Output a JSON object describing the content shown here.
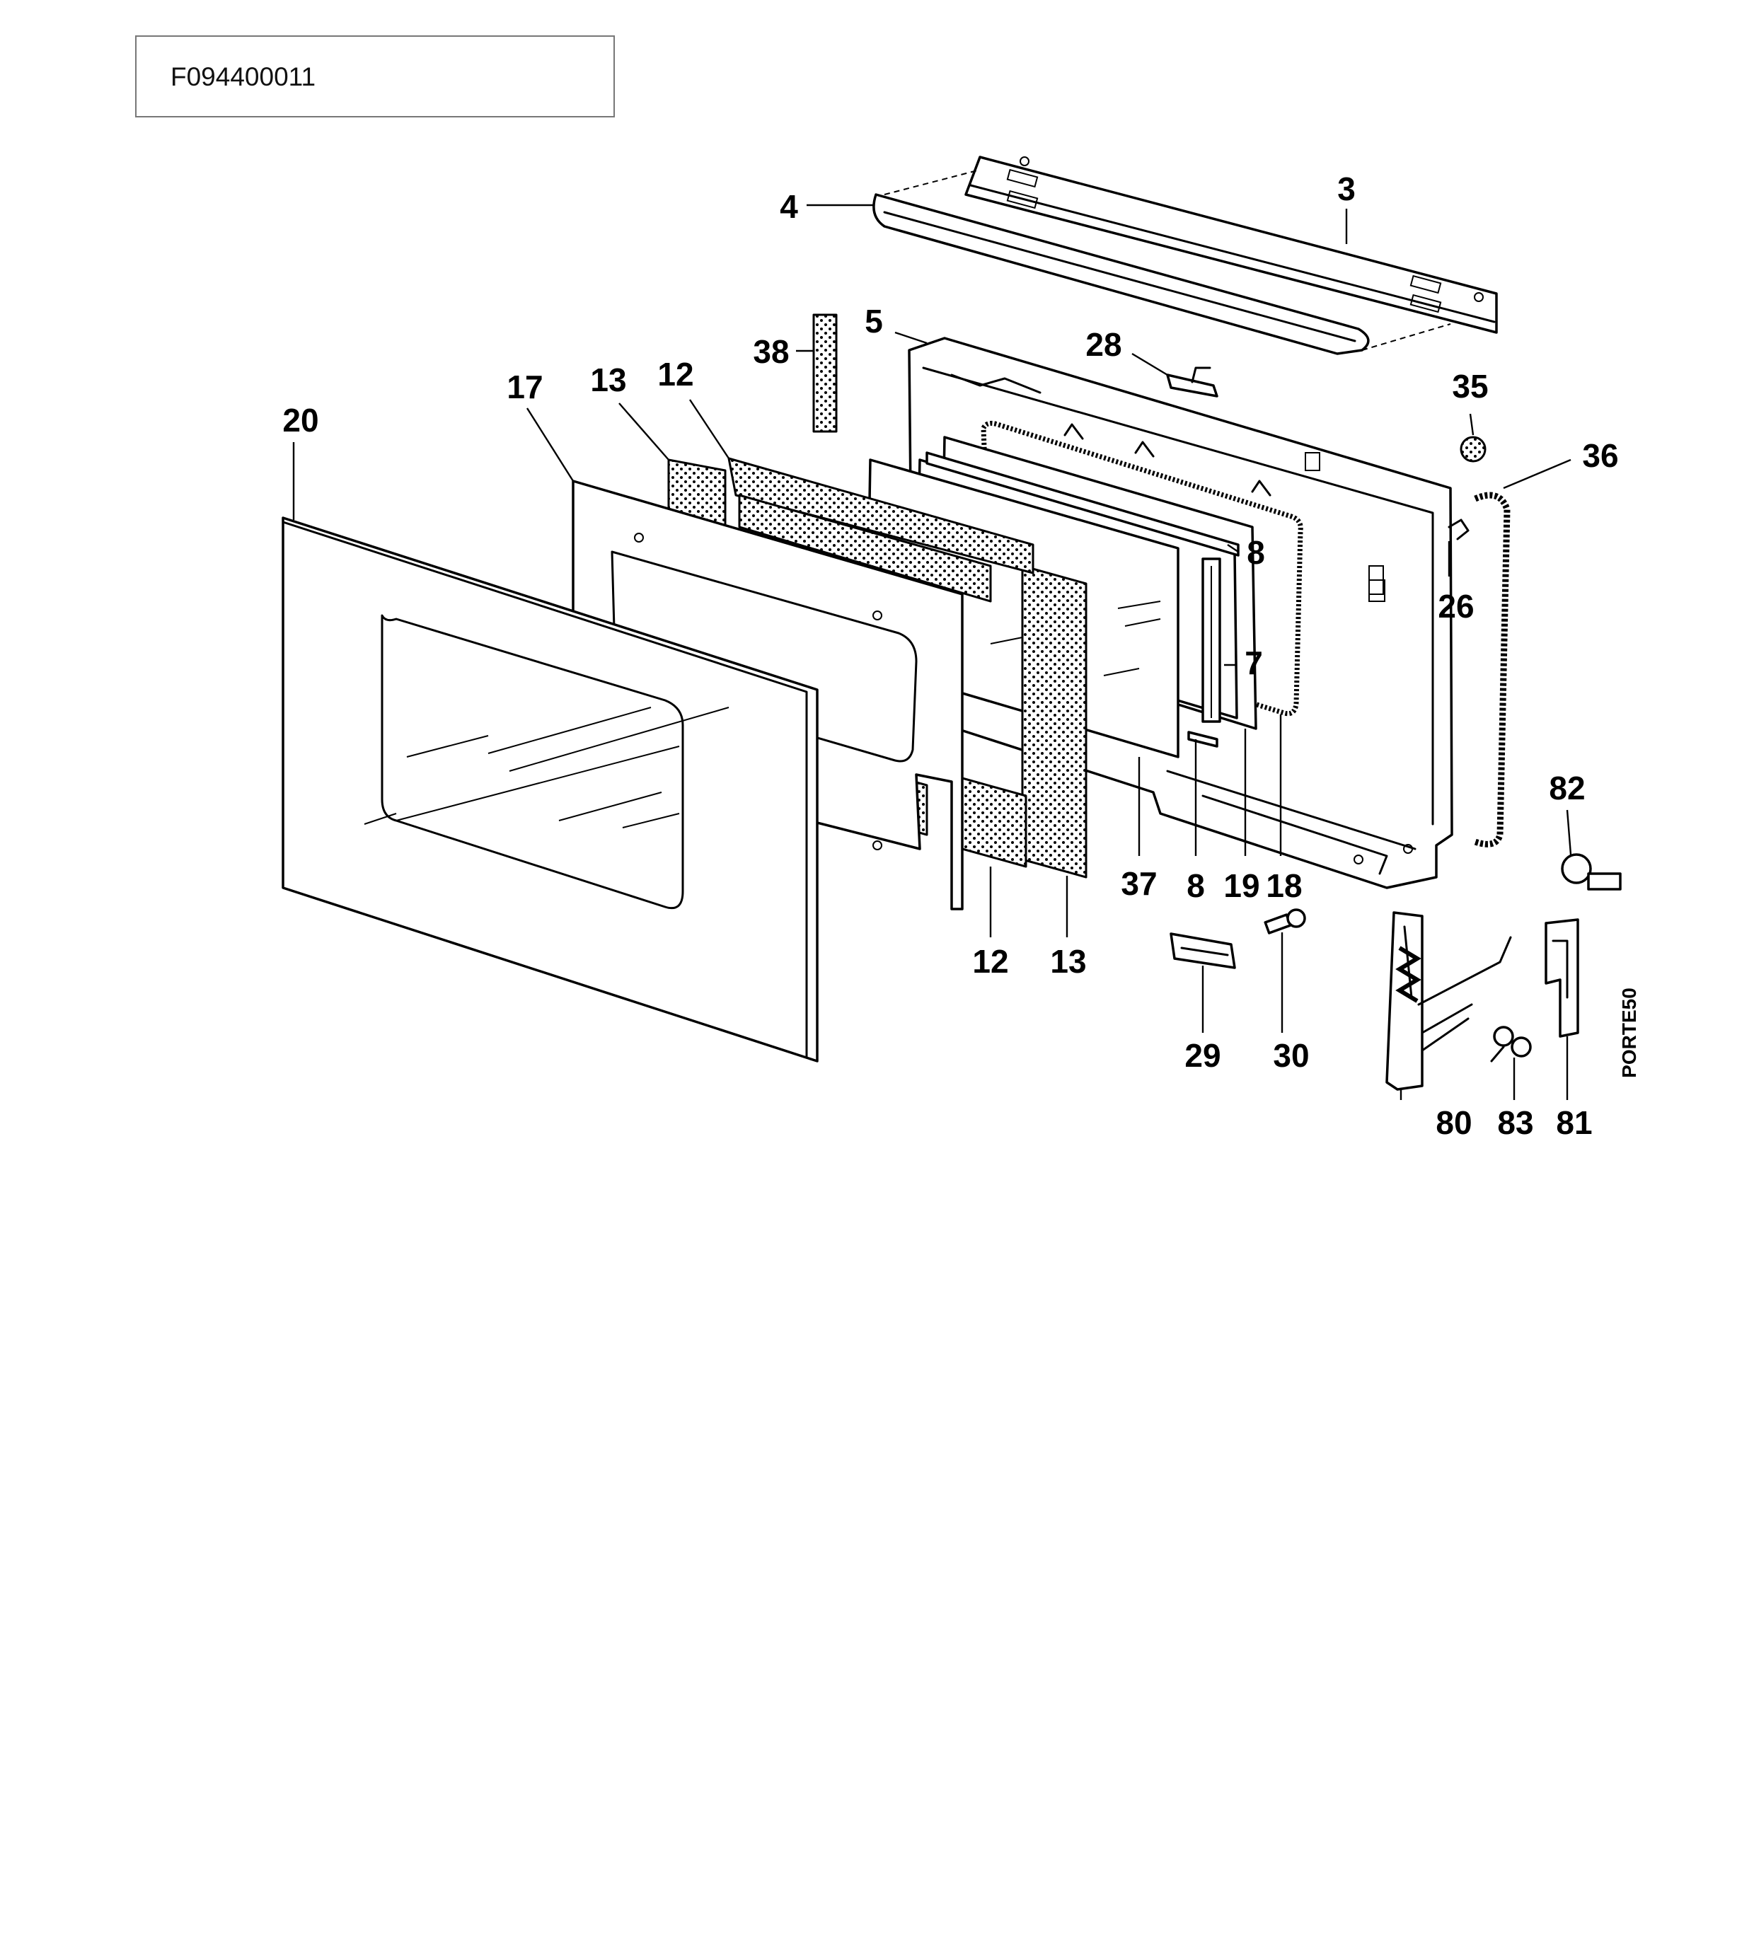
{
  "reference_code": "F094400011",
  "side_code": "PORTE50",
  "callouts": [
    "4",
    "3",
    "38",
    "5",
    "28",
    "35",
    "36",
    "20",
    "17",
    "13",
    "12",
    "8",
    "26",
    "7",
    "82",
    "37",
    "8",
    "19",
    "18",
    "12",
    "13",
    "29",
    "30",
    "80",
    "83",
    "81"
  ]
}
